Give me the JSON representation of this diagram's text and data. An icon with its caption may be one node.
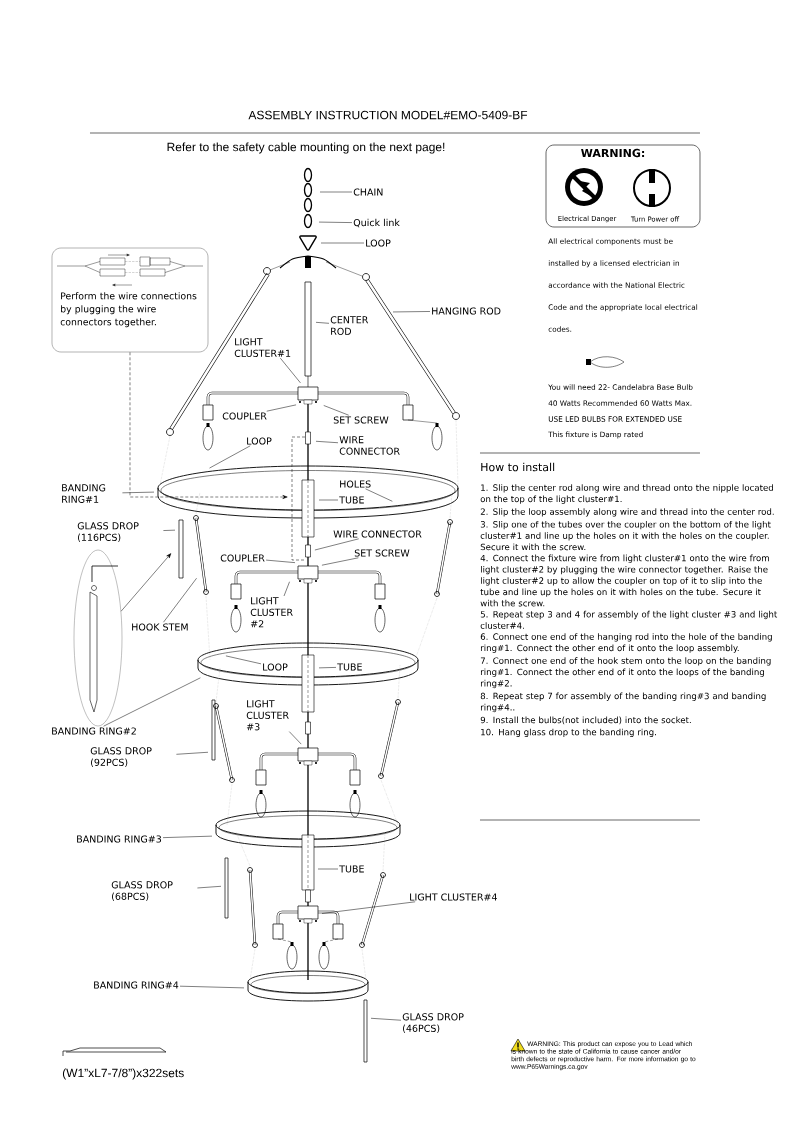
{
  "diagram": {
    "title": "ASSEMBLY INSTRUCTION MODEL#EMO-5409-BF",
    "nodes": [
      {
        "text": [
          "Perform the wire connections by plugging the wire connectors together."
        ]
      },
      {
        "text": [
          "WARNING:",
          "Electrical Danger",
          "Turn Power off"
        ]
      },
      {
        "text": [
          "CHAIN"
        ]
      },
      {
        "text": [
          "Quick link"
        ]
      },
      {
        "text": [
          "LOOP"
        ]
      },
      {
        "text": [
          "HANGING ROD"
        ]
      },
      {
        "text": [
          "CENTER ROD"
        ]
      },
      {
        "text": [
          "LIGHT CLUSTER#1"
        ]
      },
      {
        "text": [
          "COUPLER"
        ]
      },
      {
        "text": [
          "SET SCREW"
        ]
      },
      {
        "text": [
          "LOOP"
        ]
      },
      {
        "text": [
          "WIRE CONNECTOR"
        ]
      },
      {
        "text": [
          "BANDING RING#1"
        ]
      },
      {
        "text": [
          "HOLES"
        ]
      },
      {
        "text": [
          "TUBE"
        ]
      },
      {
        "text": [
          "GLASS DROP (116PCS)"
        ]
      },
      {
        "text": [
          "WIRE CONNECTOR"
        ]
      },
      {
        "text": [
          "SET SCREW"
        ]
      },
      {
        "text": [
          "COUPLER"
        ]
      },
      {
        "text": [
          "LIGHT CLUSTER #2"
        ]
      },
      {
        "text": [
          "HOOK STEM"
        ]
      },
      {
        "text": [
          "LOOP"
        ]
      },
      {
        "text": [
          "TUBE"
        ]
      },
      {
        "text": [
          "LIGHT CLUSTER #3"
        ]
      },
      {
        "text": [
          "BANDING RING#2"
        ]
      },
      {
        "text": [
          "GLASS DROP (92PCS)"
        ]
      },
      {
        "text": [
          "BANDING RING#3"
        ]
      },
      {
        "text": [
          "TUBE"
        ]
      },
      {
        "text": [
          "GLASS DROP (68PCS)"
        ]
      },
      {
        "text": [
          "LIGHT CLUSTER#4"
        ]
      },
      {
        "text": [
          "BANDING RING#4"
        ]
      },
      {
        "text": [
          "GLASS DROP (46PCS)"
        ]
      },
      {
        "text": [],
        "shape": "circle"
      }
    ],
    "edges": [
      {
        "from": 0,
        "to": null,
        "arrow": "to",
        "style": "dashed"
      },
      {
        "from": 32,
        "to": null,
        "arrow": "to"
      },
      {
        "from": 2,
        "to": null,
        "arrow": "none"
      },
      {
        "from": 3,
        "to": null,
        "arrow": "none"
      },
      {
        "from": 4,
        "to": null,
        "arrow": "none"
      },
      {
        "from": 5,
        "to": null,
        "arrow": "none"
      },
      {
        "from": 6,
        "to": null,
        "arrow": "none"
      },
      {
        "from": 7,
        "to": null,
        "arrow": "none"
      },
      {
        "from": 8,
        "to": null,
        "arrow": "none"
      },
      {
        "from": 9,
        "to": null,
        "arrow": "none"
      },
      {
        "from": 10,
        "to": null,
        "arrow": "none"
      },
      {
        "from": 11,
        "to": null,
        "arrow": "none"
      },
      {
        "from": 12,
        "to": null,
        "arrow": "none"
      },
      {
        "from": 13,
        "to": null,
        "arrow": "none"
      },
      {
        "from": 14,
        "to": null,
        "arrow": "none"
      },
      {
        "from": 15,
        "to": null,
        "arrow": "none"
      },
      {
        "from": 16,
        "to": null,
        "arrow": "none"
      },
      {
        "from": 17,
        "to": null,
        "arrow": "none"
      },
      {
        "from": 18,
        "to": null,
        "arrow": "none"
      },
      {
        "from": 19,
        "to": null,
        "arrow": "none"
      },
      {
        "from": 20,
        "to": null,
        "arrow": "none"
      },
      {
        "from": 21,
        "to": null,
        "arrow": "none"
      },
      {
        "from": 22,
        "to": null,
        "arrow": "none"
      },
      {
        "from": 23,
        "to": null,
        "arrow": "none"
      },
      {
        "from": 24,
        "to": null,
        "arrow": "none"
      },
      {
        "from": 25,
        "to": null,
        "arrow": "none"
      },
      {
        "from": 26,
        "to": null,
        "arrow": "none"
      },
      {
        "from": 27,
        "to": null,
        "arrow": "none"
      },
      {
        "from": 28,
        "to": null,
        "arrow": "none"
      },
      {
        "from": 29,
        "to": null,
        "arrow": "none"
      },
      {
        "from": 30,
        "to": null,
        "arrow": "none"
      },
      {
        "from": 31,
        "to": null,
        "arrow": "none"
      }
    ],
    "labels": [
      "Refer to the safety cable mounting on the next page!",
      "All electrical components must be installed by a licensed electrician in accordance with the National Electric Code and the appropriate local electrical codes.",
      "You will need 22- Candelabra Base Bulb",
      "40 Watts Recommended 60 Watts Max.",
      "USE LED BULBS FOR EXTENDED USE",
      "This fixture is Damp rated",
      "How to install",
      "1. Slip the center rod along wire and thread onto the nipple located on the top of the light cluster#1.",
      "2. Slip the loop assembly along wire and thread into the center rod.",
      "3. Slip one of the tubes over the coupler on the bottom of the light cluster#1 and line up the holes on it with the holes on the coupler. Secure it with the screw.",
      "4. Connect the fixture wire from light cluster#1 onto the wire from light cluster#2 by plugging the wire connector together. Raise the light cluster#2 up to allow the coupler on top of it to slip into the tube and line up the holes on it with holes on the tube. Secure it with the screw.",
      "5. Repeat step 3 and 4 for assembly of the light cluster #3 and light cluster#4.",
      "6. Connect one end of the hanging rod into the hole of the banding ring#1. Connect the other end of it onto the loop assembly.",
      "7. Connect one end of the hook stem onto the loop on the banding ring#1. Connect the other end of it onto the loops of the banding ring#2.",
      "8. Repeat step 7 for assembly of the banding ring#3 and banding ring#4..",
      "9. Install the bulbs(not included) into the socket.",
      "10. Hang glass drop to the banding ring.",
      "(W1”xL7-7/8”)x322sets",
      "WARNING: This product can expose you to Lead which is known to the state of California to cause cancer and/or birth defects or reproductive harm. For more information go to www.P65Warnings.ca.gov"
    ]
  }
}
